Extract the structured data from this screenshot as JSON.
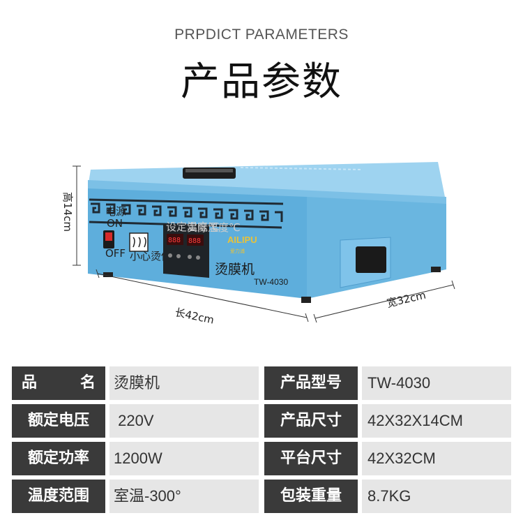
{
  "header": {
    "subtitle": "PRPDICT PARAMETERS",
    "title": "产品参数"
  },
  "product": {
    "brand": "AILIPU",
    "brand_cn": "爱力浦",
    "model_text": "烫膜机",
    "model_code": "TW-4030",
    "power_label_top": "电源",
    "power_label_on": "ON",
    "power_label_off": "OFF",
    "warning_label": "小心烫伤",
    "display_label_1": "设定温度℃",
    "display_label_2": "实际温度℃",
    "dim_height": "高14cm",
    "dim_length": "长42cm",
    "dim_width": "宽32cm",
    "colors": {
      "body": "#6fb6df",
      "lid": "#8fcaec",
      "accent": "#1f2a33"
    }
  },
  "specs": [
    {
      "label": "品 名",
      "value": "烫膜机",
      "label2": "产品型号",
      "value2": "TW-4030"
    },
    {
      "label": "额定电压",
      "value": " 220V",
      "label2": "产品尺寸",
      "value2": "42X32X14CM"
    },
    {
      "label": "额定功率",
      "value": "1200W",
      "label2": "平台尺寸",
      "value2": "42X32CM"
    },
    {
      "label": "温度范围",
      "value": "室温-300°",
      "label2": "包装重量",
      "value2": "8.7KG"
    }
  ]
}
